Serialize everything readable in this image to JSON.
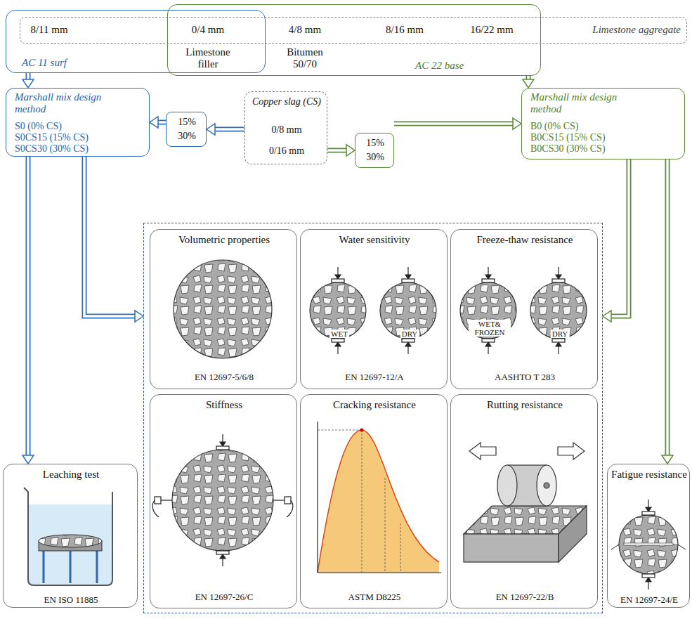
{
  "diagram": {
    "nodes": [
      {
        "text": [
          "AC 11 surf"
        ]
      },
      {
        "text": [
          "AC 22 base"
        ]
      },
      {
        "text": [
          "Limestone aggregate"
        ]
      },
      {
        "text": [
          "Marshall mix design method",
          "S0 (0% CS)",
          "S0CS15 (15% CS)",
          "S0CS30 (30% CS)"
        ]
      },
      {
        "text": [
          "15%",
          "30%"
        ]
      },
      {
        "text": [
          "Copper slag (CS)",
          "0/8 mm",
          "0/16 mm"
        ]
      },
      {
        "text": [
          "15%",
          "30%"
        ]
      },
      {
        "text": [
          "Marshall mix design method",
          "B0 (0% CS)",
          "B0CS15 (15% CS)",
          "B0CS30 (30% CS)"
        ]
      },
      {
        "text": []
      },
      {
        "text": [
          "Volumetric properties",
          "EN 12697-5/6/8"
        ],
        "in": 8
      },
      {
        "text": [
          "Water sensitivity",
          "WET",
          "DRY",
          "EN 12697-12/A"
        ],
        "in": 8
      },
      {
        "text": [
          "Freeze-thaw resistance",
          "WET& FROZEN",
          "DRY",
          "AASHTO T 283"
        ],
        "in": 8
      },
      {
        "text": [
          "Stiffness",
          "EN 12697-26/C"
        ],
        "in": 8
      },
      {
        "text": [
          "Cracking resistance",
          "ASTM D8225"
        ],
        "in": 8
      },
      {
        "text": [
          "Rutting resistance",
          "EN 12697-22/B"
        ],
        "in": 8
      },
      {
        "text": [
          "Leaching test",
          "EN ISO 11885"
        ]
      },
      {
        "text": [
          "Fatigue resistance",
          "EN 12697-24/E"
        ]
      }
    ],
    "edges": [
      {
        "from": 0,
        "to": 3,
        "arrow": "to"
      },
      {
        "from": 1,
        "to": 7,
        "arrow": "to"
      },
      {
        "from": 5,
        "to": 4,
        "arrow": "to"
      },
      {
        "from": 4,
        "to": 3,
        "arrow": "to"
      },
      {
        "from": 5,
        "to": 6,
        "arrow": "to"
      },
      {
        "from": 6,
        "to": 7,
        "arrow": "to"
      },
      {
        "from": 3,
        "to": 8,
        "arrow": "to"
      },
      {
        "from": 3,
        "to": 15,
        "arrow": "to"
      },
      {
        "from": 7,
        "to": 8,
        "arrow": "to"
      },
      {
        "from": 7,
        "to": 16,
        "arrow": "to"
      }
    ],
    "labels": [
      "8/11 mm",
      "0/4 mm",
      "4/8 mm",
      "8/16 mm",
      "16/22 mm",
      "Limestone filler",
      "Bitumen 50/70"
    ]
  }
}
